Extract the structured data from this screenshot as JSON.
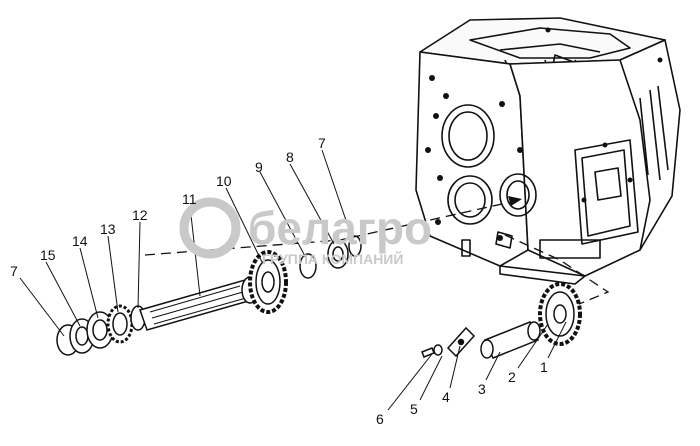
{
  "watermark": {
    "brand": "белагро",
    "tagline": "ГРУППА КОМПАНИЙ",
    "color": "#c9c9c9"
  },
  "callouts": [
    {
      "id": "7a",
      "text": "7"
    },
    {
      "id": "15",
      "text": "15"
    },
    {
      "id": "14",
      "text": "14"
    },
    {
      "id": "13",
      "text": "13"
    },
    {
      "id": "12",
      "text": "12"
    },
    {
      "id": "11",
      "text": "11"
    },
    {
      "id": "10",
      "text": "10"
    },
    {
      "id": "9",
      "text": "9"
    },
    {
      "id": "8",
      "text": "8"
    },
    {
      "id": "7b",
      "text": "7"
    },
    {
      "id": "6",
      "text": "6"
    },
    {
      "id": "5",
      "text": "5"
    },
    {
      "id": "4",
      "text": "4"
    },
    {
      "id": "3",
      "text": "3"
    },
    {
      "id": "2",
      "text": "2"
    },
    {
      "id": "1",
      "text": "1"
    }
  ]
}
